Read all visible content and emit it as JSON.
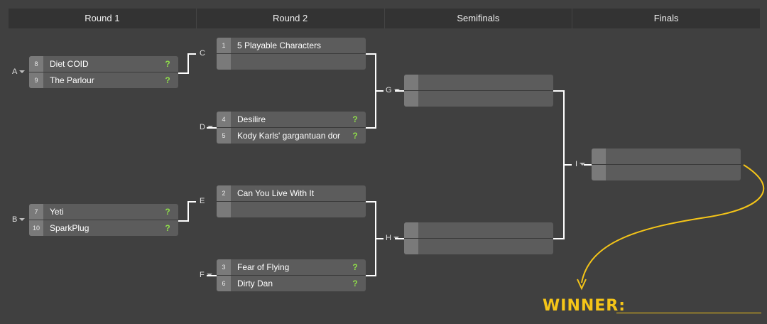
{
  "rounds": [
    "Round 1",
    "Round 2",
    "Semifinals",
    "Finals"
  ],
  "matches": {
    "A": {
      "label": "A",
      "top": {
        "seed": "8",
        "team": "Diet COID",
        "score": "?"
      },
      "bot": {
        "seed": "9",
        "team": "The Parlour",
        "score": "?"
      }
    },
    "B": {
      "label": "B",
      "top": {
        "seed": "7",
        "team": "Yeti",
        "score": "?"
      },
      "bot": {
        "seed": "10",
        "team": "SparkPlug",
        "score": "?"
      }
    },
    "C": {
      "label": "C",
      "top": {
        "seed": "1",
        "team": "5 Playable Characters",
        "score": ""
      },
      "bot": {
        "seed": "",
        "team": "",
        "score": ""
      }
    },
    "D": {
      "label": "D",
      "top": {
        "seed": "4",
        "team": "Desilire",
        "score": "?"
      },
      "bot": {
        "seed": "5",
        "team": "Kody Karls' gargantuan dor",
        "score": "?"
      }
    },
    "E": {
      "label": "E",
      "top": {
        "seed": "2",
        "team": "Can You Live With It",
        "score": ""
      },
      "bot": {
        "seed": "",
        "team": "",
        "score": ""
      }
    },
    "F": {
      "label": "F",
      "top": {
        "seed": "3",
        "team": "Fear of Flying",
        "score": "?"
      },
      "bot": {
        "seed": "6",
        "team": "Dirty Dan",
        "score": "?"
      }
    },
    "G": {
      "label": "G",
      "top": {
        "seed": "",
        "team": "",
        "score": ""
      },
      "bot": {
        "seed": "",
        "team": "",
        "score": ""
      }
    },
    "H": {
      "label": "H",
      "top": {
        "seed": "",
        "team": "",
        "score": ""
      },
      "bot": {
        "seed": "",
        "team": "",
        "score": ""
      }
    },
    "I": {
      "label": "I",
      "top": {
        "seed": "",
        "team": "",
        "score": ""
      },
      "bot": {
        "seed": "",
        "team": "",
        "score": ""
      }
    }
  },
  "winner": {
    "label": "WINNER:"
  },
  "colors": {
    "accent": "#f5c518",
    "score": "#8fdd4a"
  }
}
